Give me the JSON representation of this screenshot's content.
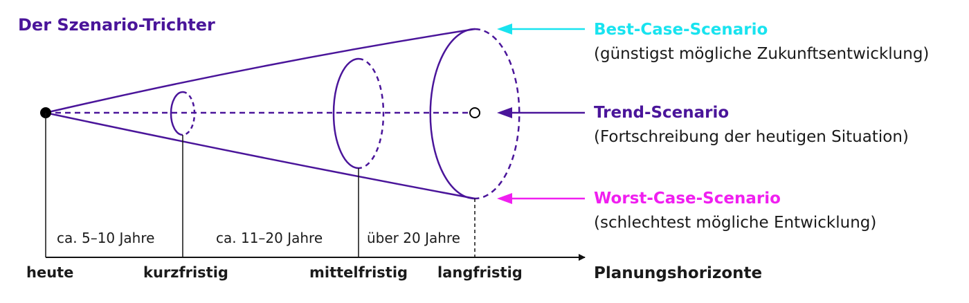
{
  "title": "Der Szenario-Trichter",
  "colors": {
    "funnel": "#4a159a",
    "best": "#19e3ef",
    "trend": "#4a159a",
    "worst": "#f01ff0",
    "axis": "#111111"
  },
  "scenarios": {
    "best": {
      "label": "Best-Case-Scenario",
      "description": "(günstigst mögliche Zukunftsentwicklung)"
    },
    "trend": {
      "label": "Trend-Scenario",
      "description": "(Fortschreibung der heutigen Situation)"
    },
    "worst": {
      "label": "Worst-Case-Scenario",
      "description": "(schlechtest mögliche Entwicklung)"
    }
  },
  "periods": [
    "ca. 5–10 Jahre",
    "ca. 11–20 Jahre",
    "über 20 Jahre"
  ],
  "axis": {
    "label": "Planungshorizonte",
    "ticks": [
      "heute",
      "kurzfristig",
      "mittelfristig",
      "langfristig"
    ]
  }
}
